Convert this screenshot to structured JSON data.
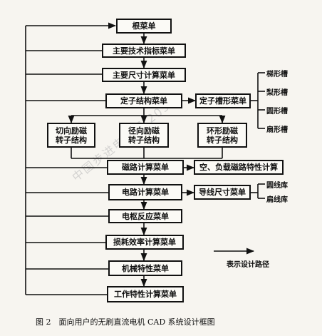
{
  "diagram": {
    "boxes": {
      "root_menu": "根菜单",
      "main_tech_menu": "主要技术指标菜单",
      "main_dim_menu": "主要尺寸计算菜单",
      "stator_menu": "定子结构菜单",
      "stator_slot_menu": "定子槽形菜单",
      "tangential_rotor": "切向励磁\n转子结构",
      "radial_rotor": "径向励磁\n转子结构",
      "ring_rotor": "环形励磁\n转子结构",
      "magnetic_circuit_menu": "磁路计算菜单",
      "load_characteristic": "空、负载磁路特性计算",
      "circuit_menu": "电路计算菜单",
      "wire_size_menu": "导线尺寸菜单",
      "armature_menu": "电枢反应菜单",
      "loss_menu": "损耗效率计算菜单",
      "mech_menu": "机械特性菜单",
      "work_menu": "工作特性计算菜单"
    },
    "slot_types": [
      "梯形槽",
      "梨形槽",
      "圆形槽",
      "扇形槽"
    ],
    "winding_libs": [
      "圆线库",
      "扁线库"
    ],
    "legend_label": "表示设计路径"
  },
  "caption": "图 2　面向用户的无刷直流电机 CAD 系统设计框图",
  "watermark": "中国步进电机网 2050"
}
